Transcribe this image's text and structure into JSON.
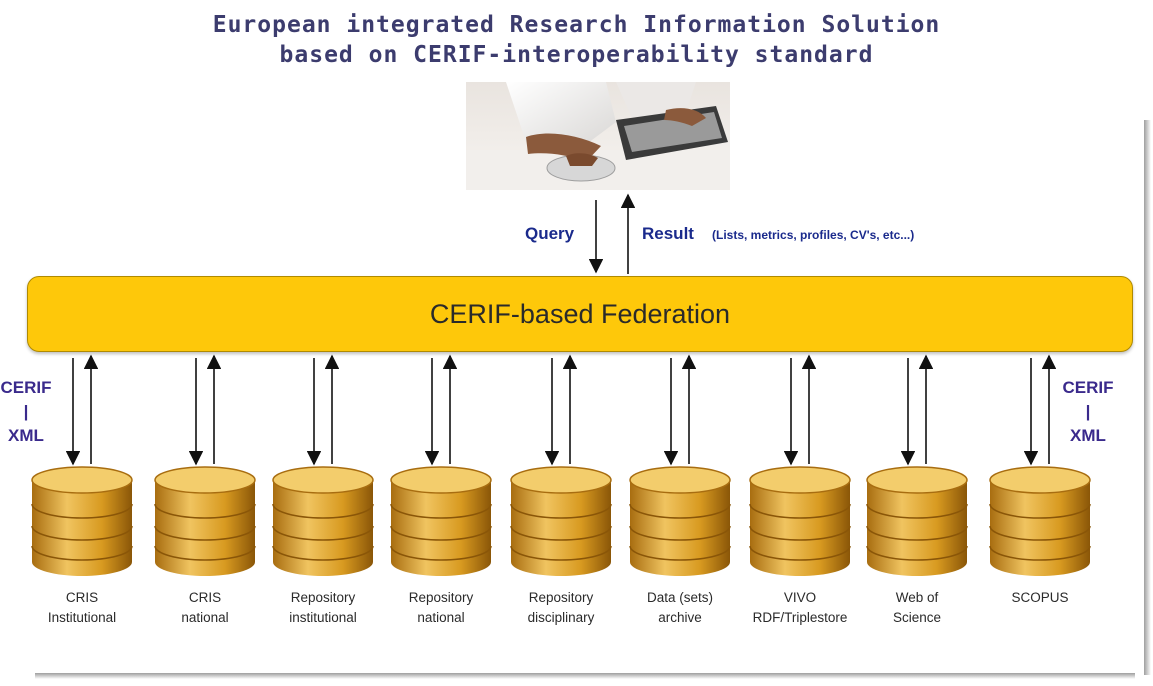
{
  "title": {
    "line1": "European integrated Research Information Solution",
    "line2": "based on CERIF-interoperability standard"
  },
  "query_label": "Query",
  "result_label": "Result",
  "result_note": "(Lists, metrics, profiles, CV's, etc...)",
  "federation_label": "CERIF-based Federation",
  "cerif_left": {
    "line1": "CERIF",
    "line2": "|",
    "line3": "XML"
  },
  "cerif_right": {
    "line1": "CERIF",
    "line2": "|",
    "line3": "XML"
  },
  "sources": [
    {
      "line1": "CRIS",
      "line2": "Institutional"
    },
    {
      "line1": "CRIS",
      "line2": "national"
    },
    {
      "line1": "Repository",
      "line2": "institutional"
    },
    {
      "line1": "Repository",
      "line2": "national"
    },
    {
      "line1": "Repository",
      "line2": "disciplinary"
    },
    {
      "line1": "Data (sets)",
      "line2": "archive"
    },
    {
      "line1": "VIVO",
      "line2": "RDF/Triplestore"
    },
    {
      "line1": "Web of",
      "line2": "Science"
    },
    {
      "line1": "SCOPUS",
      "line2": ""
    }
  ],
  "colors": {
    "federation": "#fec80a",
    "database": "#d89a20",
    "title": "#3c3c6e",
    "flow_text": "#1a2a8c"
  },
  "icons": {
    "photo": "person-using-laptop-photo",
    "database": "database-cylinder-icon"
  }
}
